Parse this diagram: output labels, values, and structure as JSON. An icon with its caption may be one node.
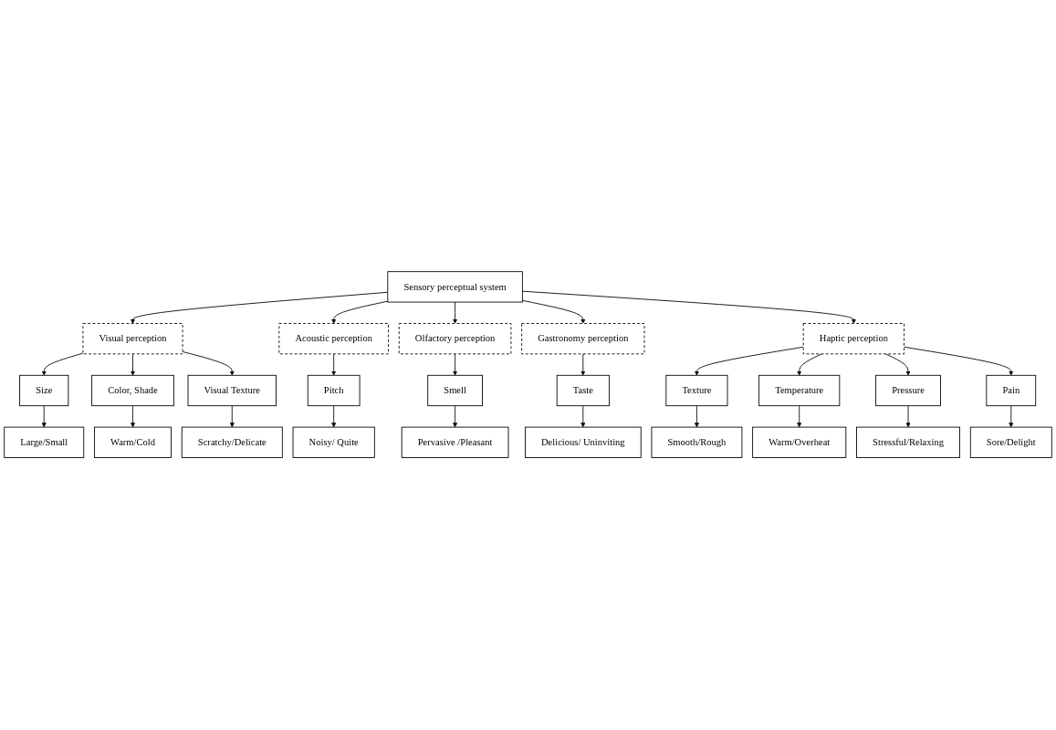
{
  "diagram": {
    "nodes": [
      {
        "text": [
          "Sensory perceptual system"
        ]
      },
      {
        "text": [
          "Visual perception"
        ]
      },
      {
        "text": [
          "Acoustic perception"
        ]
      },
      {
        "text": [
          "Olfactory perception"
        ]
      },
      {
        "text": [
          "Gastronomy perception"
        ]
      },
      {
        "text": [
          "Haptic perception"
        ]
      },
      {
        "text": [
          "Pitch"
        ]
      },
      {
        "text": [
          "Noisy/ Quite"
        ]
      },
      {
        "text": [
          "Smell"
        ]
      },
      {
        "text": [
          "Pervasive /Pleasant"
        ]
      },
      {
        "text": [
          "Taste"
        ]
      },
      {
        "text": [
          "Delicious/ Uninviting"
        ]
      },
      {
        "text": [
          "Size"
        ]
      },
      {
        "text": [
          "Large/Small"
        ]
      },
      {
        "text": [
          "Color, Shade"
        ]
      },
      {
        "text": [
          "Warm/Cold"
        ]
      },
      {
        "text": [
          "Visual Texture"
        ]
      },
      {
        "text": [
          "Scratchy/Delicate"
        ]
      },
      {
        "text": [
          "Texture"
        ]
      },
      {
        "text": [
          "Smooth/Rough"
        ]
      },
      {
        "text": [
          "Temperature"
        ]
      },
      {
        "text": [
          "Warm/Overheat"
        ]
      },
      {
        "text": [
          "Pressure"
        ]
      },
      {
        "text": [
          "Stressful/Relaxing"
        ]
      },
      {
        "text": [
          "Pain"
        ]
      },
      {
        "text": [
          "Sore/Delight"
        ]
      }
    ],
    "edges": [
      {
        "from": 0,
        "to": 1,
        "arrow": "to"
      },
      {
        "from": 0,
        "to": 2,
        "arrow": "to"
      },
      {
        "from": 0,
        "to": 3,
        "arrow": "to"
      },
      {
        "from": 0,
        "to": 4,
        "arrow": "to"
      },
      {
        "from": 0,
        "to": 5,
        "arrow": "to"
      },
      {
        "from": 2,
        "to": 6,
        "arrow": "to"
      },
      {
        "from": 6,
        "to": 7,
        "arrow": "to"
      },
      {
        "from": 3,
        "to": 8,
        "arrow": "to"
      },
      {
        "from": 8,
        "to": 9,
        "arrow": "to"
      },
      {
        "from": 4,
        "to": 10,
        "arrow": "to"
      },
      {
        "from": 10,
        "to": 11,
        "arrow": "to"
      },
      {
        "from": 1,
        "to": 12,
        "arrow": "to"
      },
      {
        "from": 1,
        "to": 14,
        "arrow": "to"
      },
      {
        "from": 1,
        "to": 16,
        "arrow": "to"
      },
      {
        "from": 12,
        "to": 13,
        "arrow": "to"
      },
      {
        "from": 14,
        "to": 15,
        "arrow": "to"
      },
      {
        "from": 16,
        "to": 17,
        "arrow": "to"
      },
      {
        "from": 5,
        "to": 18,
        "arrow": "to"
      },
      {
        "from": 5,
        "to": 20,
        "arrow": "to"
      },
      {
        "from": 5,
        "to": 22,
        "arrow": "to"
      },
      {
        "from": 5,
        "to": 24,
        "arrow": "to"
      },
      {
        "from": 18,
        "to": 19,
        "arrow": "to"
      },
      {
        "from": 20,
        "to": 21,
        "arrow": "to"
      },
      {
        "from": 22,
        "to": 23,
        "arrow": "to"
      },
      {
        "from": 24,
        "to": 25,
        "arrow": "to"
      }
    ]
  }
}
